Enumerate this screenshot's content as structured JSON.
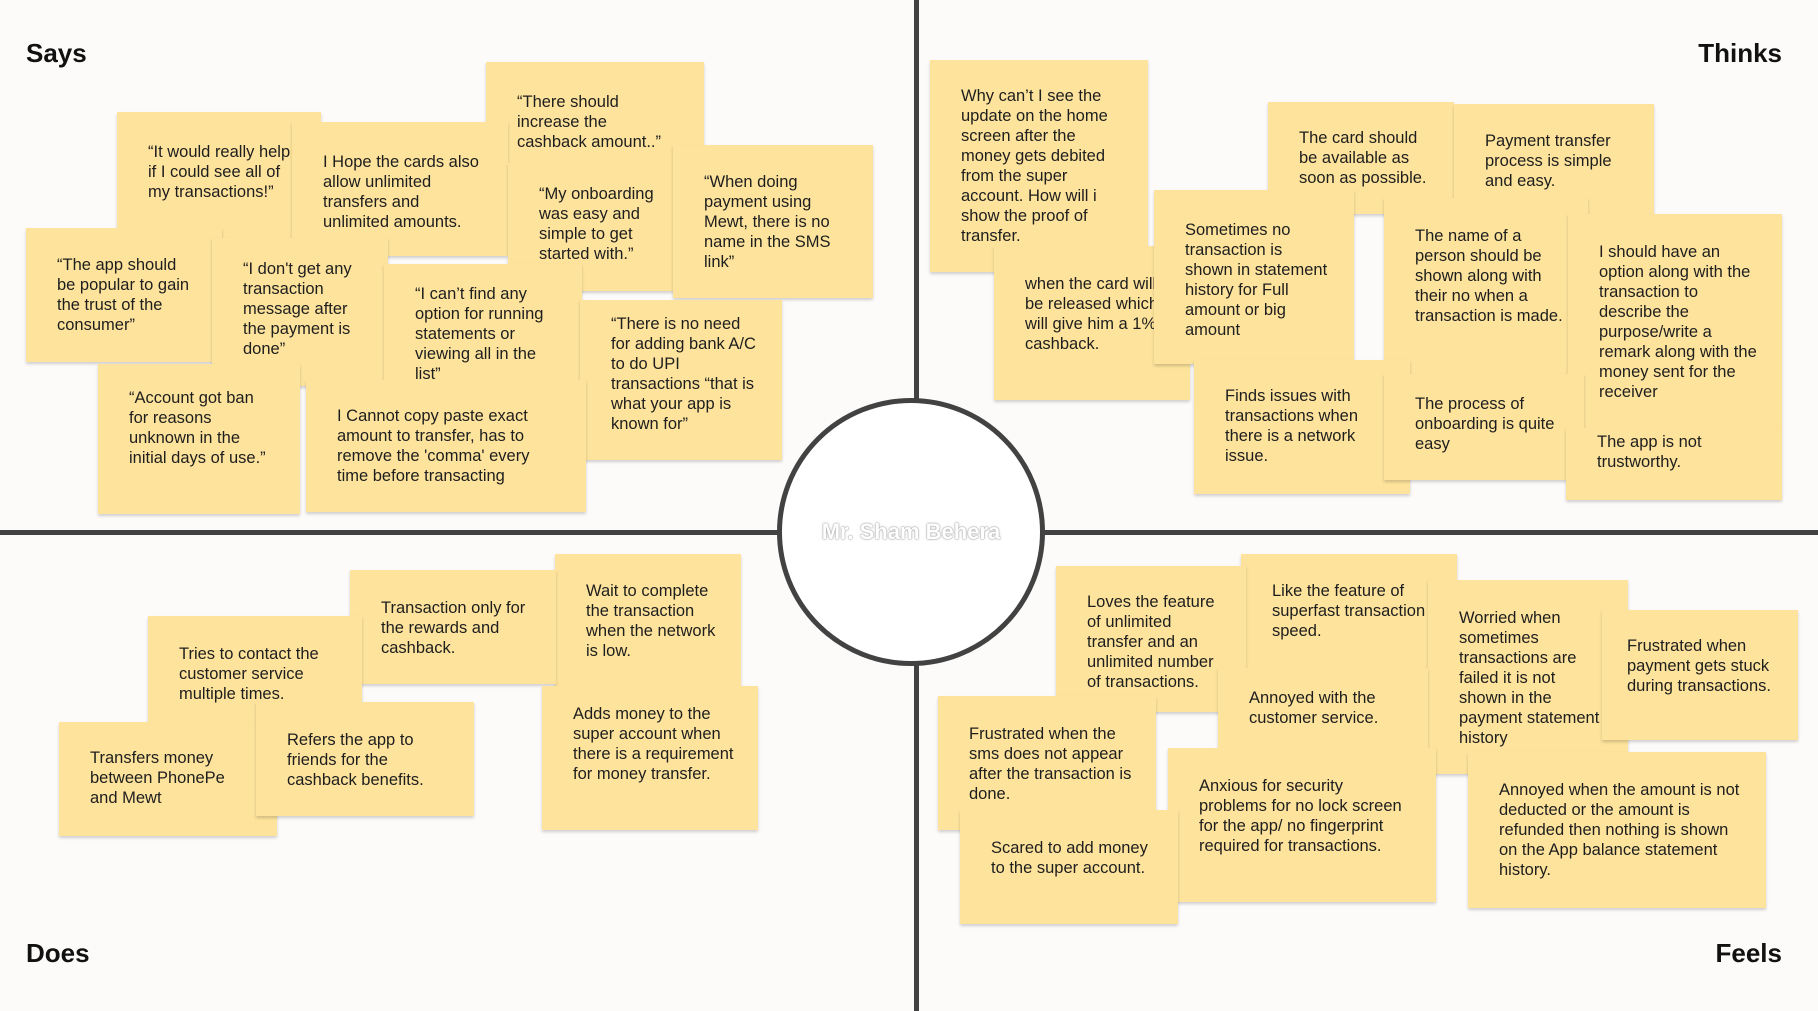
{
  "persona": {
    "name": "Mr. Sham Behera"
  },
  "quadrants": {
    "says": {
      "label": "Says",
      "notes": [
        "“There should increase the cashback amount..”",
        "“It would really help if I could see all of my transactions!”",
        "I Hope the cards also allow unlimited transfers and unlimited amounts.",
        "“My onboarding was easy and simple to get started with.”",
        "“When doing payment using Mewt, there is no name in the SMS link”",
        "“The app should be popular to gain the trust of the consumer”",
        "“I don't get any transaction message after the payment is done”",
        "“I can’t find any option for running statements or viewing all in the list”",
        "“There is no need for adding bank A/C to do UPI transactions “that is what your app is known for”",
        "“Account got ban for reasons unknown in the initial days of use.”",
        "I Cannot copy paste exact amount to transfer, has to remove the 'comma' every time before transacting"
      ]
    },
    "thinks": {
      "label": "Thinks",
      "notes": [
        "Why can’t I see the update on the home screen after the money gets debited from the super account. How will i show the proof of transfer.",
        "The card should be available as soon as possible.",
        "Payment transfer process is simple and easy.",
        "when the card will be released which will give him a 1% cashback.",
        "Sometimes no transaction is shown in statement history for Full amount or big amount",
        "The name of a person should be shown along with their no when a transaction is made.",
        "I should have an option along with the transaction to describe the purpose/write a remark along with the money sent for the receiver",
        "Finds issues with transactions when there is a network issue.",
        "The process of onboarding is quite easy",
        "The app is not trustworthy."
      ]
    },
    "does": {
      "label": "Does",
      "notes": [
        "Wait to complete the transaction when the network is low.",
        "Transaction only for the rewards and cashback.",
        "Tries to contact the customer service multiple times.",
        "Transfers money between PhonePe and Mewt",
        "Refers the app to friends for the cashback benefits.",
        "Adds money to the super account when there is a requirement for money transfer."
      ]
    },
    "feels": {
      "label": "Feels",
      "notes": [
        "Like the feature of superfast transaction speed.",
        "Loves the feature of unlimited transfer and an unlimited number of transactions.",
        "Worried when sometimes transactions are failed it is not shown in the payment statement history",
        "Frustrated when payment gets stuck during transactions.",
        "Annoyed with the customer service.",
        "Frustrated when the sms does not appear after the transaction is done.",
        "Anxious for security problems for no lock screen for the app/ no fingerprint required for transactions.",
        "Annoyed when the amount is not deducted or the amount is refunded then nothing is shown on the App balance statement history.",
        "Scared to add money to the super account."
      ]
    }
  }
}
